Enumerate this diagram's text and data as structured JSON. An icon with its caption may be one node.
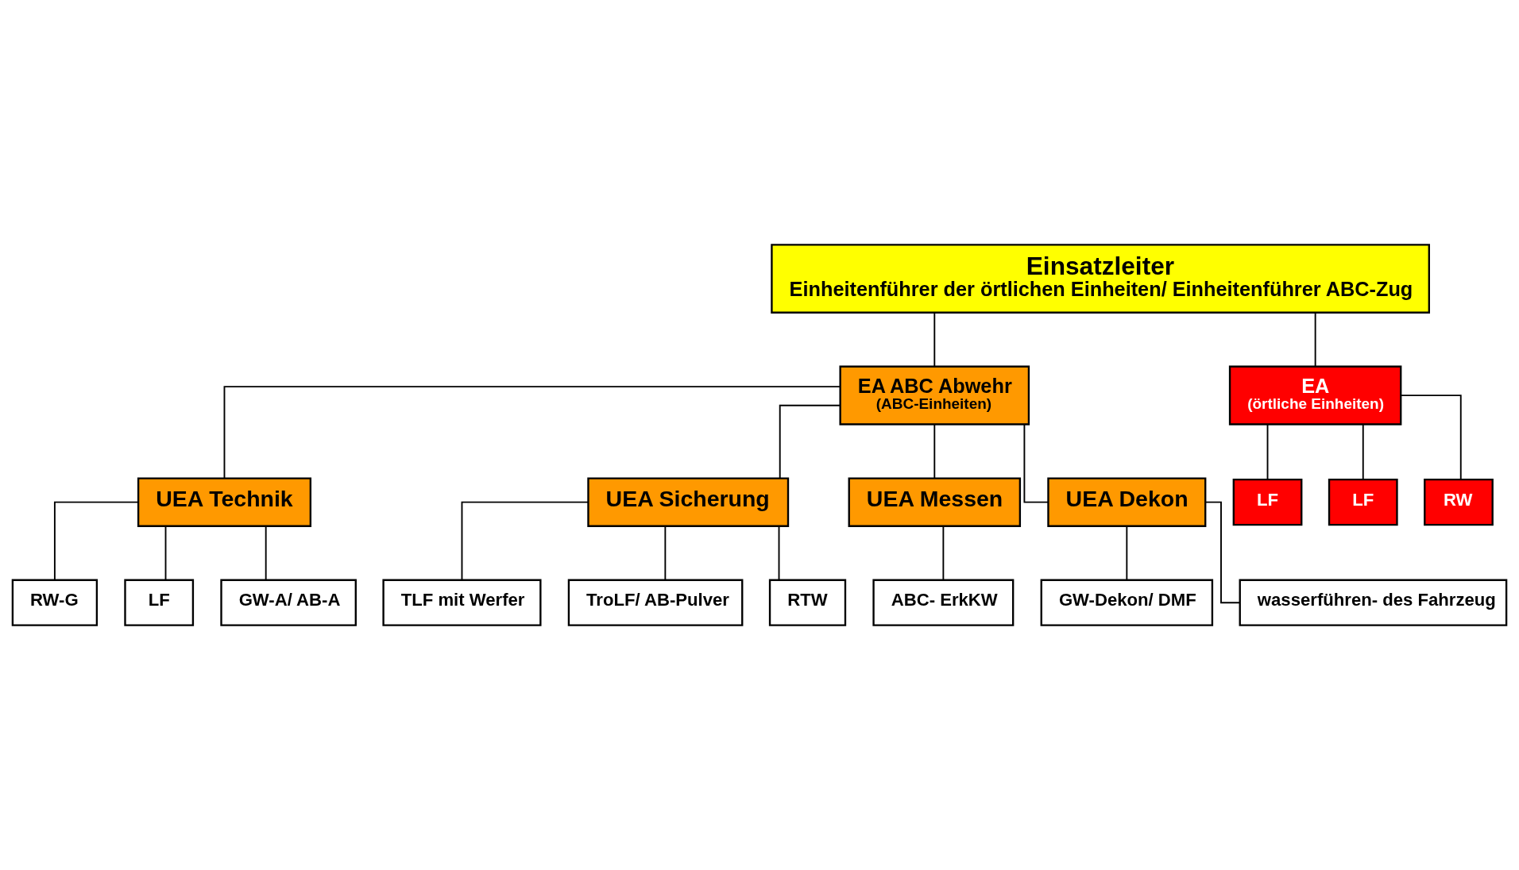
{
  "diagram": {
    "nodes": [
      {
        "text": [
          "Einsatzleiter",
          "Einheitenführer der örtlichen Einheiten/ Einheitenführer ABC-Zug"
        ]
      },
      {
        "text": [
          "EA ABC Abwehr",
          "(ABC-Einheiten)"
        ]
      },
      {
        "text": [
          "EA",
          "(örtliche Einheiten)"
        ]
      },
      {
        "text": [
          "UEA Technik"
        ]
      },
      {
        "text": [
          "UEA Sicherung"
        ]
      },
      {
        "text": [
          "UEA Messen"
        ]
      },
      {
        "text": [
          "UEA Dekon"
        ]
      },
      {
        "text": [
          "LF"
        ]
      },
      {
        "text": [
          "LF"
        ]
      },
      {
        "text": [
          "RW"
        ]
      },
      {
        "text": [
          "RW-G"
        ]
      },
      {
        "text": [
          "LF"
        ]
      },
      {
        "text": [
          "GW-A/ AB-A"
        ]
      },
      {
        "text": [
          "TLF mit Werfer"
        ]
      },
      {
        "text": [
          "TroLF/ AB-Pulver"
        ]
      },
      {
        "text": [
          "RTW"
        ]
      },
      {
        "text": [
          "ABC- ErkKW"
        ]
      },
      {
        "text": [
          "GW-Dekon/ DMF"
        ]
      },
      {
        "text": [
          "wasserführen- des Fahrzeug"
        ]
      }
    ],
    "edges": [
      {
        "from": 0,
        "to": 2,
        "arrow": "none"
      },
      {
        "from": 0,
        "to": 1,
        "arrow": "none"
      },
      {
        "from": 1,
        "to": 3,
        "arrow": "none"
      },
      {
        "from": 1,
        "to": 4,
        "arrow": "none"
      },
      {
        "from": 1,
        "to": 5,
        "arrow": "none"
      },
      {
        "from": 1,
        "to": 6,
        "arrow": "none"
      },
      {
        "from": 2,
        "to": 7,
        "arrow": "none"
      },
      {
        "from": 2,
        "to": 8,
        "arrow": "none"
      },
      {
        "from": 2,
        "to": 9,
        "arrow": "none"
      },
      {
        "from": 3,
        "to": 10,
        "arrow": "none"
      },
      {
        "from": 3,
        "to": 11,
        "arrow": "none"
      },
      {
        "from": 3,
        "to": 12,
        "arrow": "none"
      },
      {
        "from": 4,
        "to": 13,
        "arrow": "none"
      },
      {
        "from": 4,
        "to": 14,
        "arrow": "none"
      },
      {
        "from": 4,
        "to": 15,
        "arrow": "none"
      },
      {
        "from": 5,
        "to": 16,
        "arrow": "none"
      },
      {
        "from": 6,
        "to": 17,
        "arrow": "none"
      },
      {
        "from": 6,
        "to": 18,
        "arrow": "none"
      }
    ]
  }
}
